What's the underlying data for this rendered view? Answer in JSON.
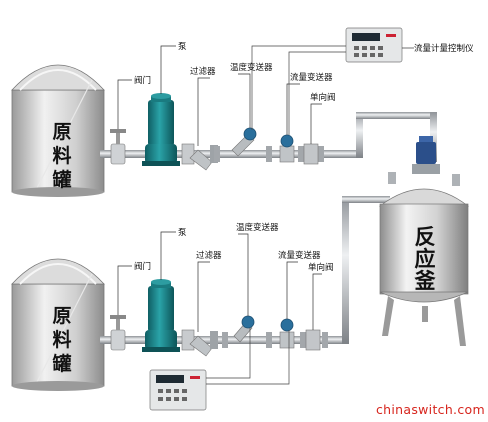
{
  "tank_label": [
    "原",
    "料",
    "罐"
  ],
  "reactor_label": [
    "反",
    "应",
    "釜"
  ],
  "labels": {
    "valve": "阀门",
    "pump": "泵",
    "filter": "过滤器",
    "temp_transmitter": "温度变送器",
    "flow_transmitter": "流量变送器",
    "check_valve": "单向阀",
    "controller": "流量计量控制仪"
  },
  "watermark": "chinaswitch.com",
  "colors": {
    "pump": "#1d8a8f",
    "pipe": "#b9bdc1",
    "tank": "#d8d8d8",
    "reactor": "#c9c9c9",
    "watermark": "#d7261e"
  }
}
